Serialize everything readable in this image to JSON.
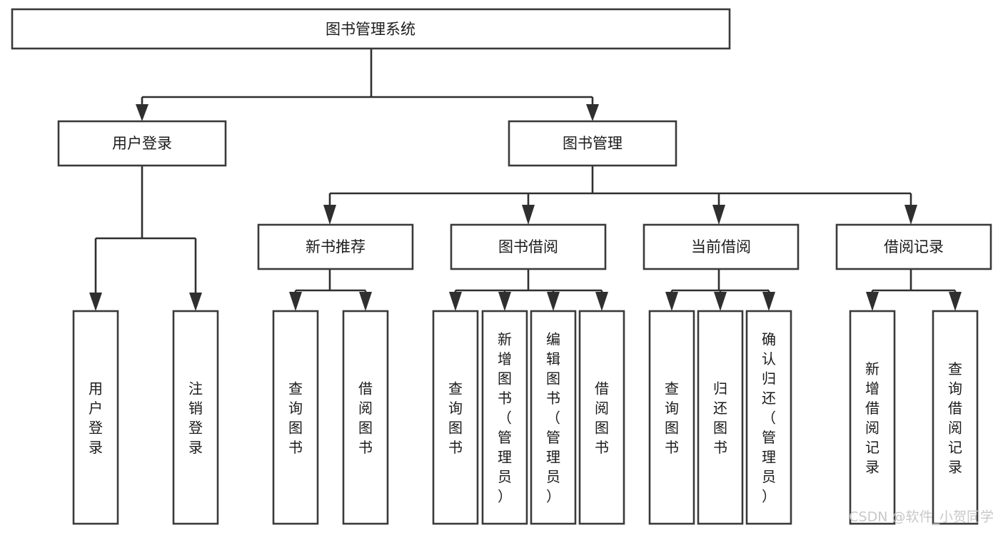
{
  "diagram": {
    "type": "hierarchy-tree",
    "title": "图书管理系统",
    "orientation": "top-down",
    "watermark": "CSDN @软件_小贺同学",
    "colors": {
      "box_stroke": "#3a3a3a",
      "box_fill": "#ffffff",
      "connector": "#2f2f2f",
      "text": "#1b1b1b",
      "watermark": "#c8c8c8",
      "background": "#ffffff"
    }
  },
  "root": {
    "label": "图书管理系统"
  },
  "level2": [
    {
      "id": "user-login",
      "label": "用户登录"
    },
    {
      "id": "book-manage",
      "label": "图书管理"
    }
  ],
  "level3": [
    {
      "id": "new-book-recommend",
      "label": "新书推荐"
    },
    {
      "id": "book-borrow",
      "label": "图书借阅"
    },
    {
      "id": "current-borrow",
      "label": "当前借阅"
    },
    {
      "id": "borrow-record",
      "label": "借阅记录"
    }
  ],
  "leaves": {
    "user_login": [
      {
        "id": "leaf-user-login",
        "label": "用户登录"
      },
      {
        "id": "leaf-logout-login",
        "label": "注销登录"
      }
    ],
    "new_book_recommend": [
      {
        "id": "leaf-query-book-1",
        "label": "查询图书"
      },
      {
        "id": "leaf-borrow-book-1",
        "label": "借阅图书"
      }
    ],
    "book_borrow": [
      {
        "id": "leaf-query-book-2",
        "label": "查询图书"
      },
      {
        "id": "leaf-add-book",
        "label": "新增图书（管理员）"
      },
      {
        "id": "leaf-edit-book",
        "label": "编辑图书（管理员）"
      },
      {
        "id": "leaf-borrow-book-2",
        "label": "借阅图书"
      }
    ],
    "current_borrow": [
      {
        "id": "leaf-query-book-3",
        "label": "查询图书"
      },
      {
        "id": "leaf-return-book",
        "label": "归还图书"
      },
      {
        "id": "leaf-confirm-return",
        "label": "确认归还（管理员）"
      }
    ],
    "borrow_record": [
      {
        "id": "leaf-add-borrow-record",
        "label": "新增借阅记录"
      },
      {
        "id": "leaf-query-borrow-record",
        "label": "查询借阅记录"
      }
    ]
  }
}
